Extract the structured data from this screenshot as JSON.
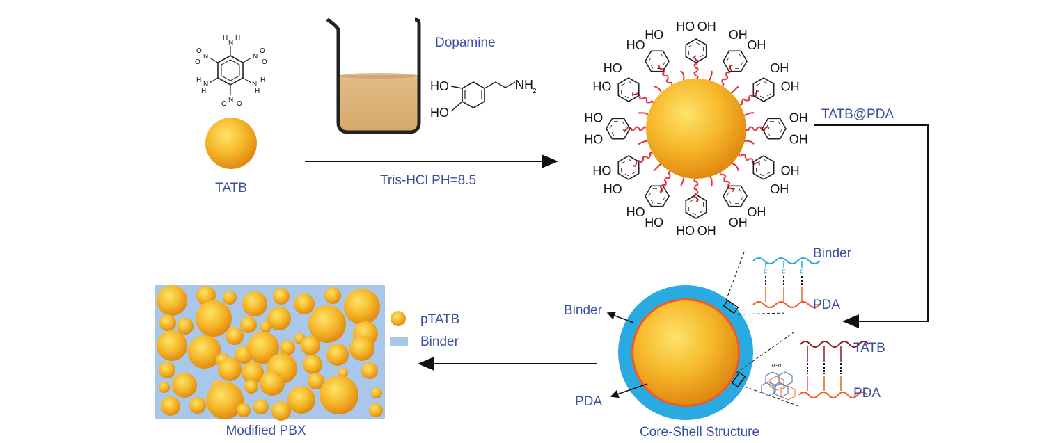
{
  "labels": {
    "tatb": "TATB",
    "dopamine": "Dopamine",
    "reaction_condition": "Tris-HCl PH=8.5",
    "tatb_pda": "TATB@PDA",
    "binder_top": "Binder",
    "pda_top": "PDA",
    "binder_left": "Binder",
    "pda_left": "PDA",
    "tatb_right": "TATB",
    "pda_bottom": "PDA",
    "core_shell": "Core-Shell Structure",
    "modified_pbx": "Modified PBX",
    "pi_pi": "π-π"
  },
  "legend": {
    "ptatb": "pTATB",
    "binder": "Binder"
  },
  "chemistry": {
    "ho": "HO",
    "oh": "OH",
    "nh2": "NH",
    "sub2": "2",
    "n": "N",
    "h": "H",
    "o": "O",
    "f": "F"
  },
  "colors": {
    "label_blue": "#3a4fa0",
    "particle_orange": "#f2a31b",
    "shell_blue": "#29abe2",
    "pda_orange": "#f15a24",
    "chain_red": "#e8303a",
    "binder_fill": "#a9c7ea",
    "liquid": "#dcb27a"
  }
}
